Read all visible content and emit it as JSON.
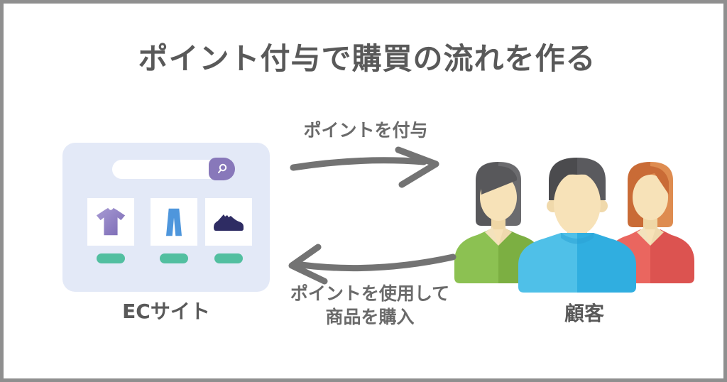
{
  "frame": {
    "border_color": "#8F8F8F",
    "background": "#FFFFFF"
  },
  "title": "ポイント付与で購買の流れを作る",
  "title_color": "#595959",
  "flow": {
    "top_arrow_label": "ポイントを付与",
    "bottom_arrow_label_line1": "ポイントを使用して",
    "bottom_arrow_label_line2": "商品を購入",
    "arrow_color": "#737373",
    "label_color": "#6A6A6A"
  },
  "ec_site": {
    "label": "ECサイト",
    "card_color": "#E3E9F7",
    "search_bar_color": "#FFFFFF",
    "search_button_color": "#8878BA",
    "search_icon": "magnifier-icon",
    "product_icons": [
      "tshirt-icon",
      "pants-icon",
      "sneaker-icon"
    ],
    "tshirt_color": "#8E7DC4",
    "pants_color": "#4E96DC",
    "sneaker_color": "#2E2C63",
    "price_tag_color": "#52BFA0"
  },
  "customers": {
    "label": "顧客",
    "skin_color": "#F7E2B8",
    "people": [
      {
        "name": "woman-gray-hair",
        "shirt_color": "#8CC152",
        "shirt_color_dark": "#7CAF42",
        "hair_color": "#58585B",
        "hair_color_light": "#6B6B6E"
      },
      {
        "name": "man",
        "shirt_color": "#4FC0E8",
        "shirt_color_dark": "#30AEE0",
        "hair_color": "#4B4B4E",
        "hair_color_light": "#5A5A5E"
      },
      {
        "name": "woman-orange-hair",
        "shirt_color": "#EA665F",
        "shirt_color_dark": "#DC5350",
        "hair_color": "#C96B36",
        "hair_color_light": "#DE8C50"
      }
    ]
  }
}
